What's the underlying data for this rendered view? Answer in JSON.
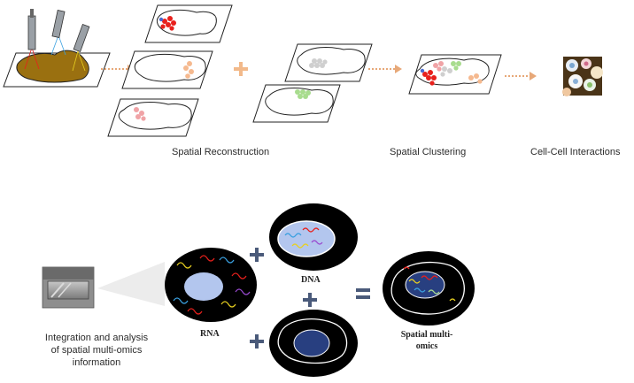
{
  "stages": {
    "reconstruction": "Spatial Reconstruction",
    "clustering": "Spatial Clustering",
    "interactions": "Cell-Cell Interactions"
  },
  "multiomics": {
    "integration_line1": "Integration and analysis",
    "integration_line2": "of spatial multi-omics",
    "integration_line3": "information",
    "rna": "RNA",
    "dna": "DNA",
    "result_line1": "Spatial multi-",
    "result_line2": "omics"
  },
  "colors": {
    "tissue": "#9a7010",
    "arrow": "#e7a878",
    "plus_top": "#f2b98a",
    "plus_bottom": "#4a5a7a",
    "red_cells": "#e8201c",
    "peach_cells": "#f5b98f",
    "pink_cells": "#f0a3a6",
    "grey_cells": "#cfcfcf",
    "green_cells": "#a8dc8e",
    "nucleus_light": "#b3c6ee",
    "nucleus_dark": "#283f80"
  }
}
